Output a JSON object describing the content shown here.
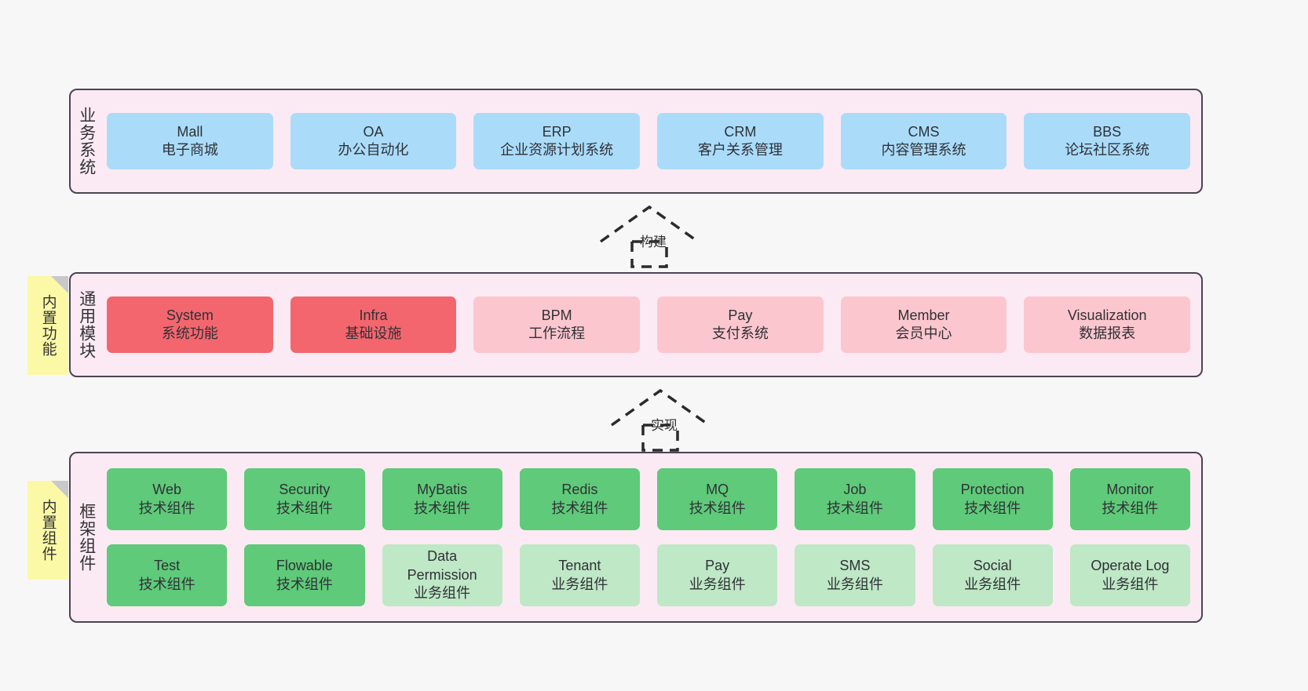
{
  "diagram": {
    "background": "#f7f7f7",
    "panel_fill": "#fbeaf4",
    "panel_border": "#4a4452"
  },
  "layers": [
    {
      "id": "business-systems",
      "title": "业务系统",
      "rows": [
        {
          "items": [
            {
              "title": "Mall",
              "sub": "电子商城",
              "color": "blue"
            },
            {
              "title": "OA",
              "sub": "办公自动化",
              "color": "blue"
            },
            {
              "title": "ERP",
              "sub": "企业资源计划系统",
              "color": "blue"
            },
            {
              "title": "CRM",
              "sub": "客户关系管理",
              "color": "blue"
            },
            {
              "title": "CMS",
              "sub": "内容管理系统",
              "color": "blue"
            },
            {
              "title": "BBS",
              "sub": "论坛社区系统",
              "color": "blue"
            }
          ]
        }
      ]
    },
    {
      "id": "common-modules",
      "title": "通用模块",
      "note": "内置功能",
      "rows": [
        {
          "items": [
            {
              "title": "System",
              "sub": "系统功能",
              "color": "red"
            },
            {
              "title": "Infra",
              "sub": "基础设施",
              "color": "red"
            },
            {
              "title": "BPM",
              "sub": "工作流程",
              "color": "pink"
            },
            {
              "title": "Pay",
              "sub": "支付系统",
              "color": "pink"
            },
            {
              "title": "Member",
              "sub": "会员中心",
              "color": "pink"
            },
            {
              "title": "Visualization",
              "sub": "数据报表",
              "color": "pink"
            }
          ]
        }
      ]
    },
    {
      "id": "framework-components",
      "title": "框架组件",
      "note": "内置组件",
      "rows": [
        {
          "items": [
            {
              "title": "Web",
              "sub": "技术组件",
              "color": "green"
            },
            {
              "title": "Security",
              "sub": "技术组件",
              "color": "green"
            },
            {
              "title": "MyBatis",
              "sub": "技术组件",
              "color": "green"
            },
            {
              "title": "Redis",
              "sub": "技术组件",
              "color": "green"
            },
            {
              "title": "MQ",
              "sub": "技术组件",
              "color": "green"
            },
            {
              "title": "Job",
              "sub": "技术组件",
              "color": "green"
            },
            {
              "title": "Protection",
              "sub": "技术组件",
              "color": "green"
            },
            {
              "title": "Monitor",
              "sub": "技术组件",
              "color": "green"
            }
          ]
        },
        {
          "items": [
            {
              "title": "Test",
              "sub": "技术组件",
              "color": "green"
            },
            {
              "title": "Flowable",
              "sub": "技术组件",
              "color": "green"
            },
            {
              "title": "Data Permission",
              "sub": "业务组件",
              "color": "lightgreen"
            },
            {
              "title": "Tenant",
              "sub": "业务组件",
              "color": "lightgreen"
            },
            {
              "title": "Pay",
              "sub": "业务组件",
              "color": "lightgreen"
            },
            {
              "title": "SMS",
              "sub": "业务组件",
              "color": "lightgreen"
            },
            {
              "title": "Social",
              "sub": "业务组件",
              "color": "lightgreen"
            },
            {
              "title": "Operate Log",
              "sub": "业务组件",
              "color": "lightgreen"
            }
          ]
        }
      ]
    }
  ],
  "connectors": [
    {
      "id": "build",
      "label": "构建",
      "style": "dashed-hollow-triangle-up"
    },
    {
      "id": "implement",
      "label": "实现",
      "style": "dashed-hollow-triangle-up"
    }
  ]
}
